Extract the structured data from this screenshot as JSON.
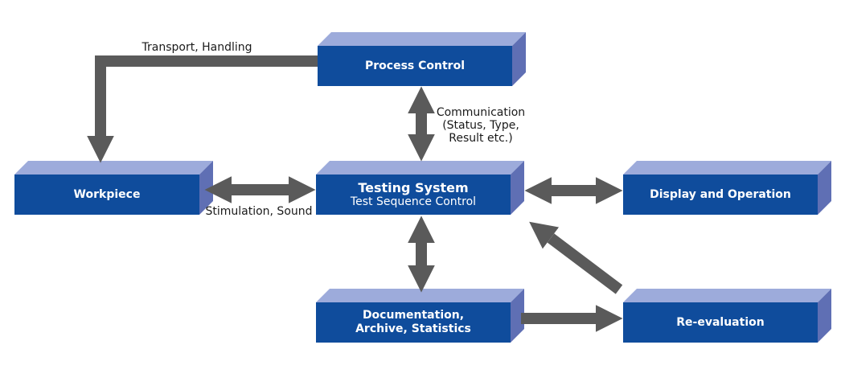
{
  "title": "Testing system architecture diagram",
  "colors": {
    "box_front": "#0f4c9c",
    "box_top": "#9dabdb",
    "box_side": "#5f6fb4",
    "arrow": "#5a5a5a",
    "box_text": "#ffffff",
    "label_text": "#1a1a1a"
  },
  "boxes": {
    "process_control": {
      "label": "Process Control"
    },
    "workpiece": {
      "label": "Workpiece"
    },
    "testing_system": {
      "label": "Testing System",
      "sublabel": "Test Sequence Control"
    },
    "display_operation": {
      "label": "Display and Operation"
    },
    "documentation": {
      "label": "Documentation,\nArchive, Statistics"
    },
    "reevaluation": {
      "label": "Re-evaluation"
    }
  },
  "arrow_labels": {
    "transport": "Transport, Handling",
    "communication": "Communication\n(Status, Type,\nResult etc.)",
    "stimulation": "Stimulation, Sound"
  },
  "arrows": [
    {
      "name": "transport-handling-arrow",
      "from": "process_control",
      "to": "workpiece",
      "direction": "one-way"
    },
    {
      "name": "communication-arrow",
      "from": "process_control",
      "to": "testing_system",
      "direction": "two-way"
    },
    {
      "name": "stimulation-sound-arrow",
      "from": "workpiece",
      "to": "testing_system",
      "direction": "two-way"
    },
    {
      "name": "display-arrow",
      "from": "testing_system",
      "to": "display_operation",
      "direction": "two-way"
    },
    {
      "name": "documentation-arrow",
      "from": "testing_system",
      "to": "documentation",
      "direction": "two-way"
    },
    {
      "name": "reevaluation-feed-arrow",
      "from": "documentation",
      "to": "reevaluation",
      "direction": "one-way"
    },
    {
      "name": "reevaluation-return-arrow",
      "from": "reevaluation",
      "to": "testing_system",
      "direction": "one-way"
    }
  ]
}
